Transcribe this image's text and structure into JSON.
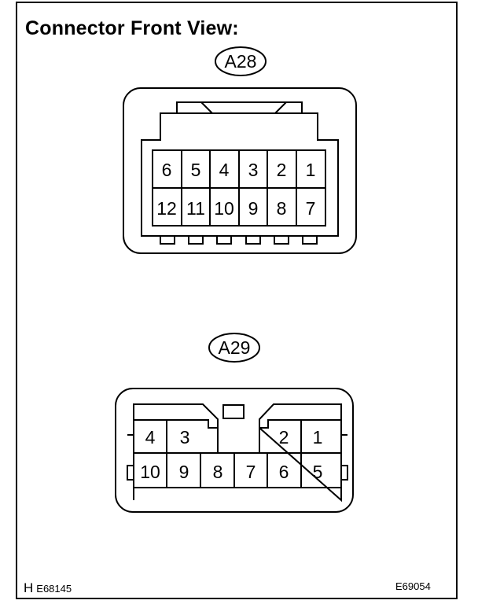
{
  "title": "Connector Front View:",
  "footer": {
    "left_prefix": "H",
    "left_code": "E68145",
    "right_code": "E69054"
  },
  "connectors": [
    {
      "id": "A28",
      "rows": [
        [
          "6",
          "5",
          "4",
          "3",
          "2",
          "1"
        ],
        [
          "12",
          "11",
          "10",
          "9",
          "8",
          "7"
        ]
      ]
    },
    {
      "id": "A29",
      "top_row": [
        "4",
        "3",
        "2",
        "1"
      ],
      "bottom_row": [
        "10",
        "9",
        "8",
        "7",
        "6",
        "5"
      ]
    }
  ],
  "colors": {
    "line": "#000000",
    "background": "#ffffff"
  }
}
